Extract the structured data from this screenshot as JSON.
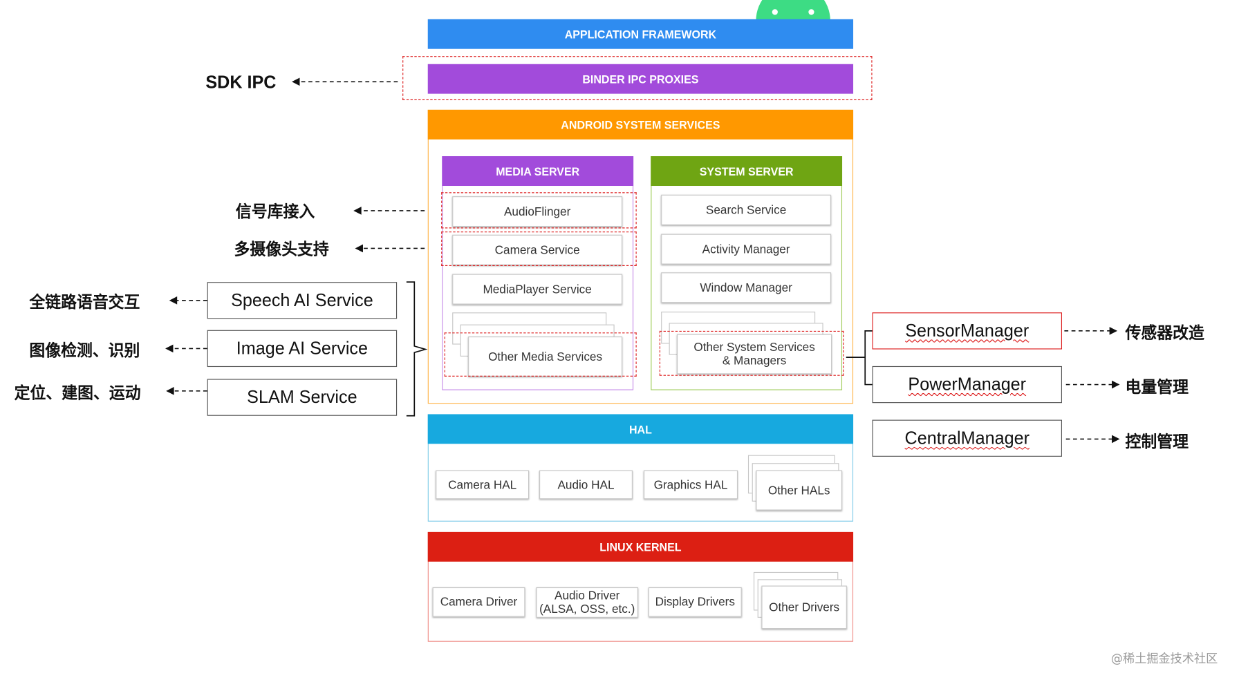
{
  "colors": {
    "app_framework": "#2f8cf0",
    "binder": "#a24bdb",
    "system_services": "#ff9800",
    "media_server": "#a24bdb",
    "system_server": "#6fa513",
    "hal": "#17a9df",
    "kernel": "#dc1f13",
    "highlight": "#dd1f1f",
    "android_logo": "#3ddc84"
  },
  "layers": {
    "app_framework": "APPLICATION FRAMEWORK",
    "binder": "BINDER IPC PROXIES",
    "system_services": "ANDROID SYSTEM SERVICES",
    "hal": "HAL",
    "kernel": "LINUX KERNEL"
  },
  "media_server": {
    "title": "MEDIA SERVER",
    "items": [
      "AudioFlinger",
      "Camera Service",
      "MediaPlayer Service",
      "Other Media Services"
    ]
  },
  "system_server": {
    "title": "SYSTEM SERVER",
    "items": [
      "Search Service",
      "Activity Manager",
      "Window Manager",
      "Other System Services\n& Managers"
    ]
  },
  "hal_items": [
    "Camera HAL",
    "Audio HAL",
    "Graphics HAL",
    "Other HALs"
  ],
  "kernel_items": [
    "Camera Driver",
    "Audio Driver\n(ALSA, OSS, etc.)",
    "Display Drivers",
    "Other Drivers"
  ],
  "left_services": [
    "Speech AI Service",
    "Image AI Service",
    "SLAM Service"
  ],
  "left_labels": {
    "sdk_ipc": "SDK IPC",
    "signal": "信号库接入",
    "multicam": "多摄像头支持",
    "voice": "全链路语音交互",
    "image": "图像检测、识别",
    "slam": "定位、建图、运动"
  },
  "right_managers": [
    "SensorManager",
    "PowerManager",
    "CentralManager"
  ],
  "right_labels": [
    "传感器改造",
    "电量管理",
    "控制管理"
  ],
  "watermark": "@稀土掘金技术社区"
}
